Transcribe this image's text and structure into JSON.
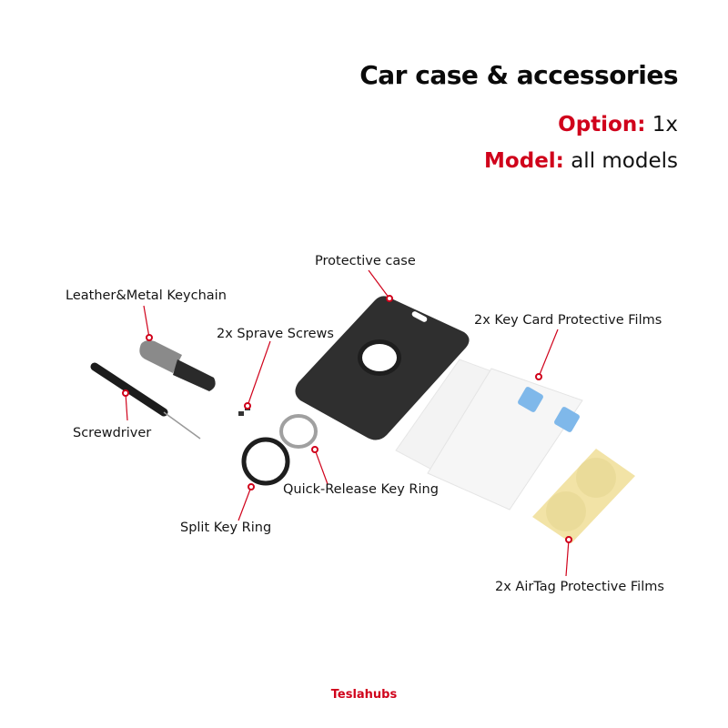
{
  "header": {
    "title": "Car case & accessories",
    "option_label": "Option:",
    "option_value": "1x",
    "model_label": "Model:",
    "model_value": "all models"
  },
  "callouts": [
    {
      "id": "protective-case",
      "label": "Protective case"
    },
    {
      "id": "keychain",
      "label": "Leather&Metal Keychain"
    },
    {
      "id": "spare-screws",
      "label": "2x Sprave Screws"
    },
    {
      "id": "key-card-films",
      "label": "2x Key Card Protective Films"
    },
    {
      "id": "screwdriver",
      "label": "Screwdriver"
    },
    {
      "id": "quick-release-ring",
      "label": "Quick-Release Key Ring"
    },
    {
      "id": "split-ring",
      "label": "Split Key Ring"
    },
    {
      "id": "airtag-films",
      "label": "2x AirTag Protective Films"
    }
  ],
  "brand": "Teslahubs",
  "colors": {
    "accent": "#d0021b",
    "case": "#2e2e2e",
    "film": "#f2f2f2",
    "airtag_film": "#f2e3a6"
  }
}
